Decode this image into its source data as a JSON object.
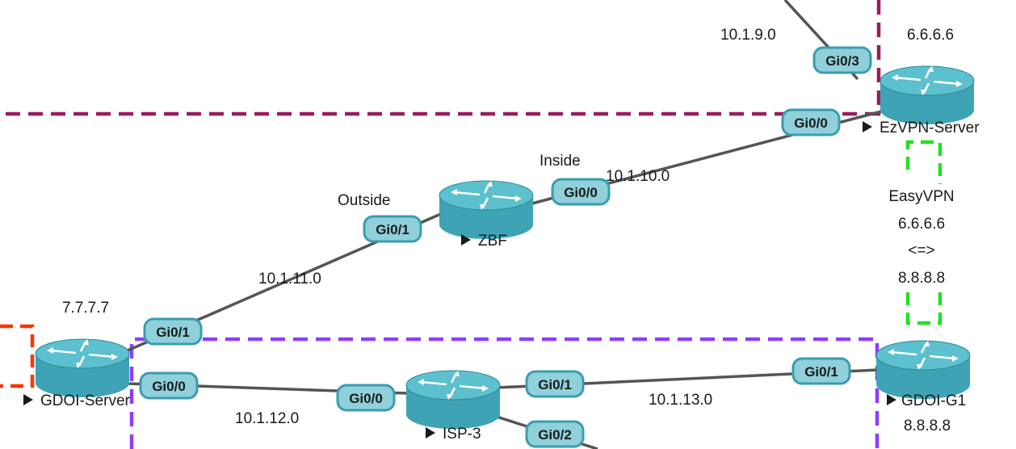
{
  "devices": [
    {
      "id": "ezvpn",
      "name": "EzVPN-Server",
      "ip": "6.6.6.6"
    },
    {
      "id": "zbf",
      "name": "ZBF",
      "ip": ""
    },
    {
      "id": "gdoi-server",
      "name": "GDOI-Server",
      "ip": "7.7.7.7"
    },
    {
      "id": "isp3",
      "name": "ISP-3",
      "ip": ""
    },
    {
      "id": "gdoi-g1",
      "name": "GDOI-G1",
      "ip": "8.8.8.8"
    }
  ],
  "ports": {
    "ezvpn_gi03": "Gi0/3",
    "ezvpn_gi00": "Gi0/0",
    "zbf_gi00": "Gi0/0",
    "zbf_gi01": "Gi0/1",
    "gdoi_server_gi01": "Gi0/1",
    "gdoi_server_gi00": "Gi0/0",
    "isp3_gi00": "Gi0/0",
    "isp3_gi01": "Gi0/1",
    "isp3_gi02": "Gi0/2",
    "gdoi_g1_gi01": "Gi0/1"
  },
  "networks": {
    "net_10_1_9": "10.1.9.0",
    "net_10_1_10": "10.1.10.0",
    "net_10_1_11": "10.1.11.0",
    "net_10_1_12": "10.1.12.0",
    "net_10_1_13": "10.1.13.0"
  },
  "zones": {
    "inside": "Inside",
    "outside": "Outside"
  },
  "easyvpn_note": {
    "line1": "EasyVPN",
    "line2": "6.6.6.6",
    "line3": "<=>",
    "line4": "8.8.8.8"
  },
  "colors": {
    "router_body": "#3ea3b5",
    "router_top": "#5cc0cf",
    "port_fill": "#8fd0da",
    "port_border": "#3a9caf",
    "link": "#555555",
    "maroon_zone": "#9b1c5a",
    "purple_zone": "#8f3dff",
    "green_zone": "#22e022",
    "red_zone": "#ff3300"
  }
}
